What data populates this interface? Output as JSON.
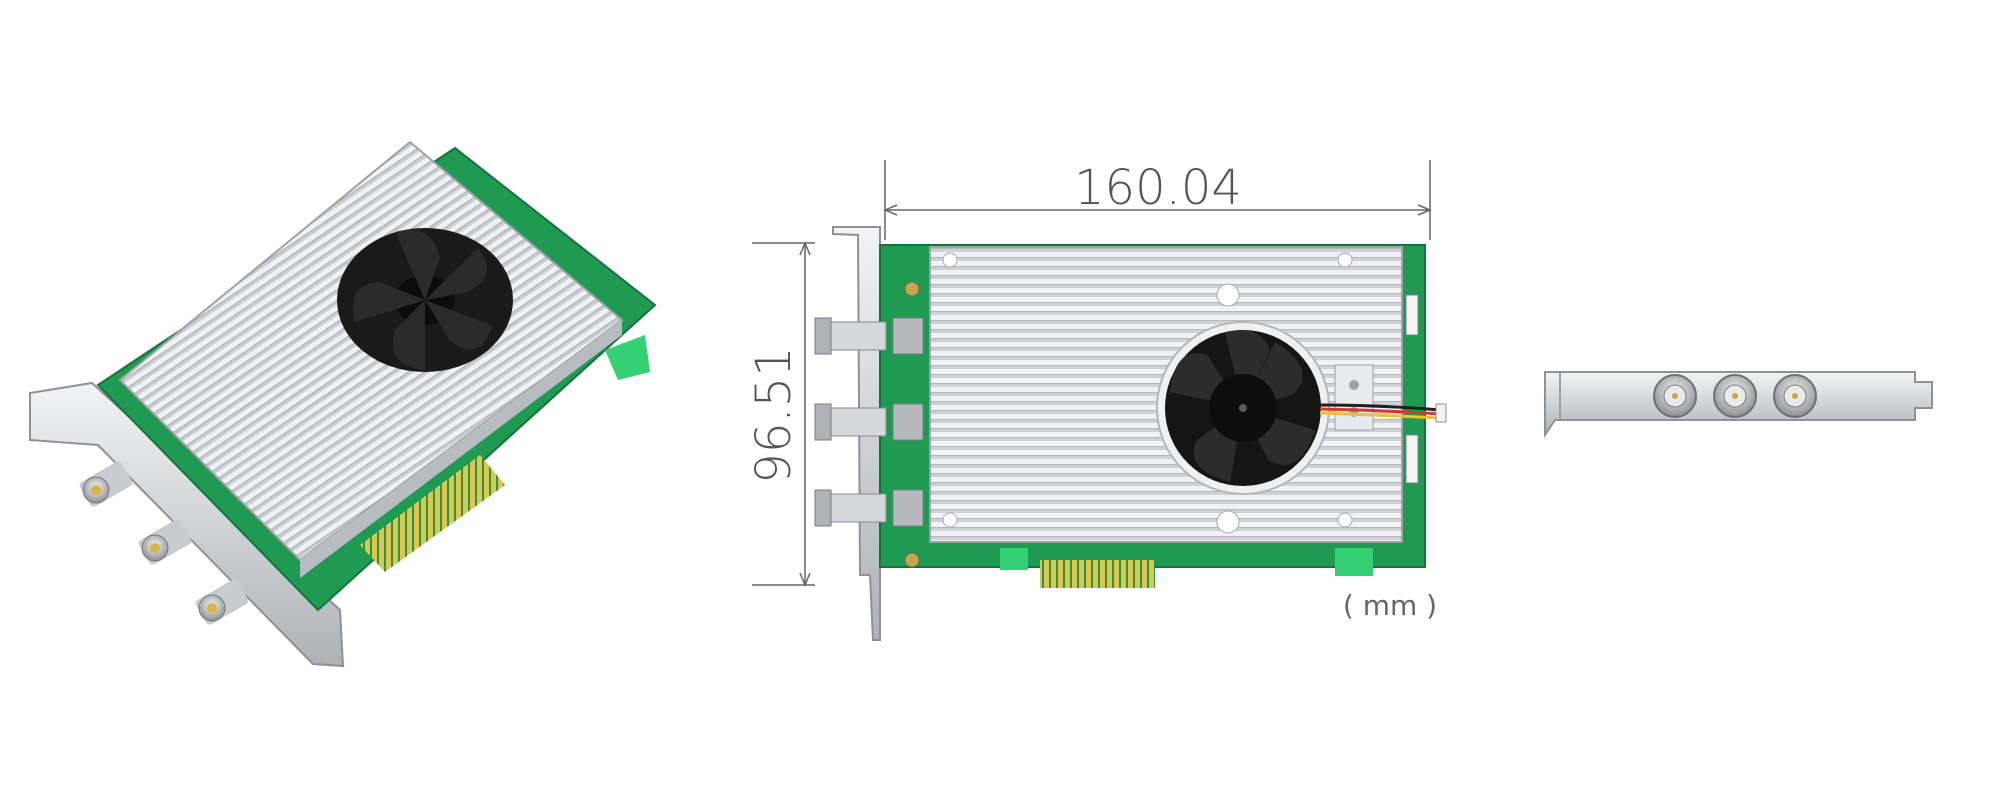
{
  "dimensions": {
    "width_value": "160.04",
    "height_value": "96.51",
    "unit_label": "( mm )"
  },
  "colors": {
    "pcb_green": "#1f9a52",
    "heatsink_silver": "#d9dcdf",
    "fan_black": "#141414",
    "gold_contacts": "#e3c44a",
    "dimension_line": "#666666"
  },
  "views": [
    "angled-product-view",
    "top-view-with-dimensions",
    "bracket-side-view"
  ]
}
